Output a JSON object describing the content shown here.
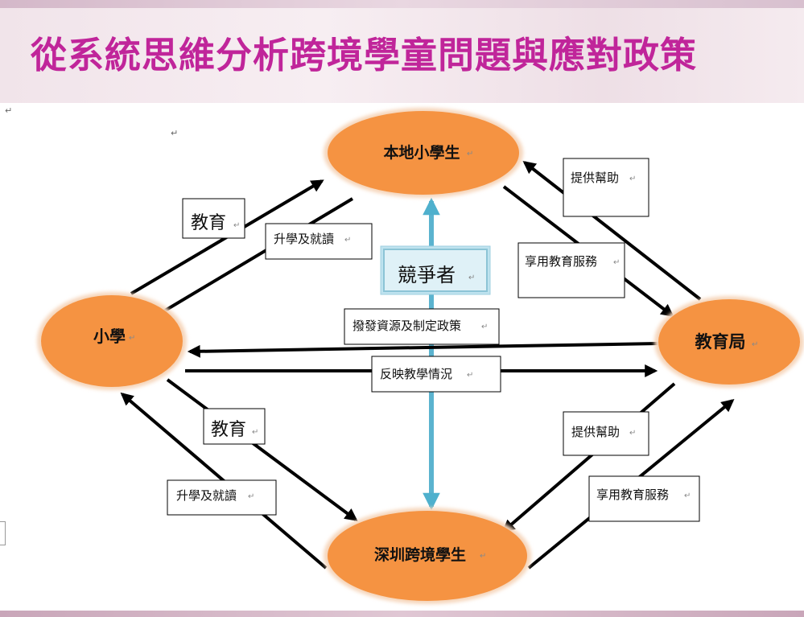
{
  "title": "從系統思維分析跨境學童問題與應對政策",
  "nodes": {
    "local_students": "本地小學生",
    "primary_school": "小學",
    "education_bureau": "教育局",
    "cross_border_students": "深圳跨境學生"
  },
  "labels": {
    "education_top": "教育",
    "enroll_top": "升學及就讀",
    "competitor": "競爭者",
    "help_top": "提供幫助",
    "service_top": "享用教育服務",
    "allocate": "撥發資源及制定政策",
    "reflect": "反映教學情況",
    "education_bottom": "教育",
    "enroll_bottom": "升學及就讀",
    "help_bottom": "提供幫助",
    "service_bottom": "享用教育服務"
  },
  "colors": {
    "title": "#c0259a",
    "node_fill": "#f59342",
    "competitor_arrow": "#5bb3cf",
    "competitor_box": "#bfe3ef",
    "arrow": "#000000"
  }
}
